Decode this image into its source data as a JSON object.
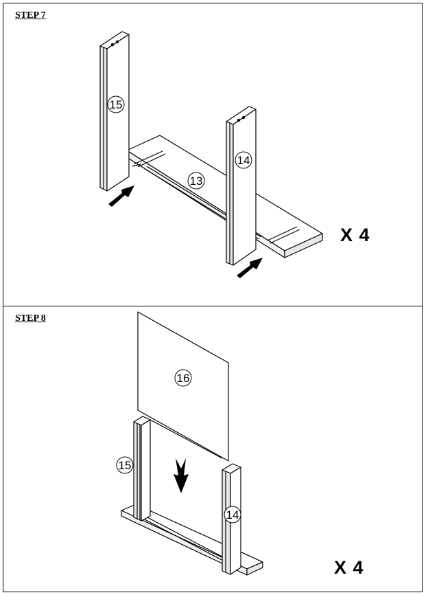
{
  "steps": [
    {
      "title": "STEP 7",
      "multiplier": "X  4",
      "parts": {
        "back": "13",
        "right_side": "14",
        "left_side": "15"
      }
    },
    {
      "title": "STEP 8",
      "multiplier": "X 4",
      "parts": {
        "panel": "16",
        "left_side": "15",
        "right_side": "14"
      }
    }
  ],
  "colors": {
    "line": "#000000",
    "fill": "#ffffff",
    "shade": "#e8e8e8"
  },
  "icons": [
    "insert-arrow-icon",
    "insert-arrow-icon",
    "down-arrow-icon"
  ]
}
